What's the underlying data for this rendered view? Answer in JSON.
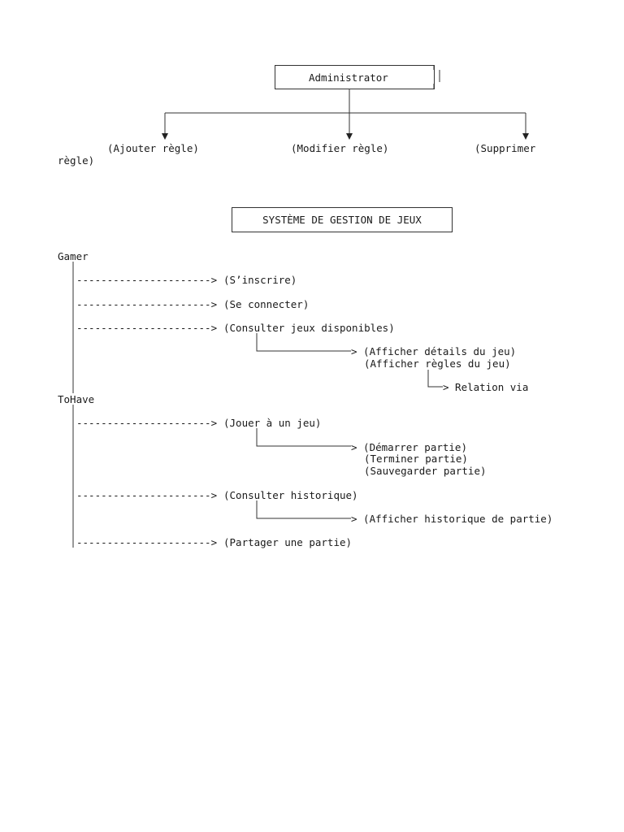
{
  "admin": {
    "label": "Administrator",
    "actions": [
      "(Ajouter règle)",
      "(Modifier règle)",
      "(Supprimer"
    ],
    "wrap": "règle)"
  },
  "system": {
    "title": "SYSTÈME DE GESTION DE JEUX"
  },
  "gamer": {
    "label": "Gamer",
    "arrow": "---------------------->",
    "items": [
      "(S’inscrire)",
      "(Se connecter)",
      "(Consulter jeux disponibles)"
    ],
    "sub_arrow": "> (Afficher détails du jeu)",
    "sub_item": "(Afficher règles du jeu)",
    "relation": "> Relation via"
  },
  "tohave": {
    "label": "ToHave",
    "arrow": "---------------------->",
    "items": [
      "(Jouer à un jeu)",
      "(Consulter historique)",
      "(Partager une partie)"
    ],
    "play_sub": [
      "> (Démarrer partie)",
      "(Terminer partie)",
      "(Sauvegarder partie)"
    ],
    "history_sub": "> (Afficher historique de partie)"
  }
}
